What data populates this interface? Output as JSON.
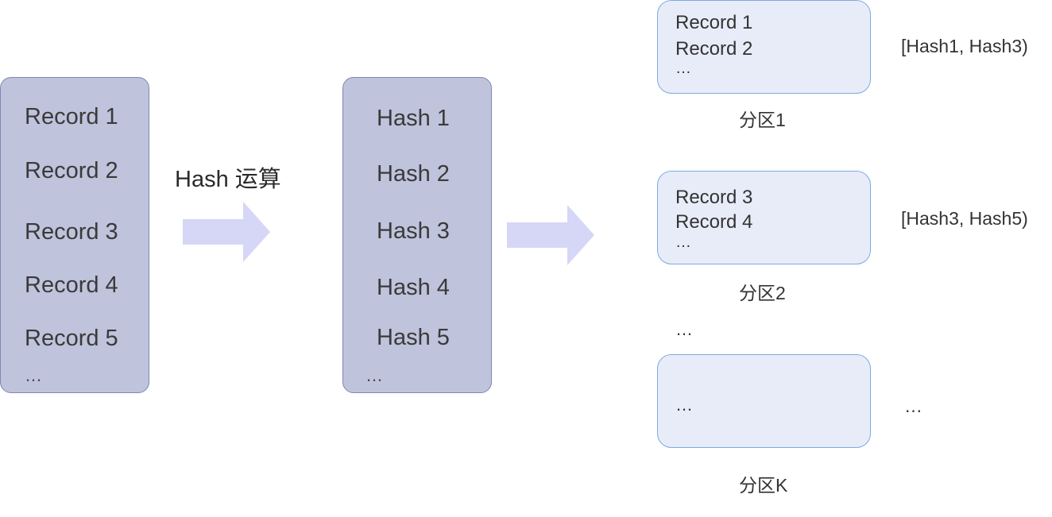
{
  "records": {
    "items": [
      "Record 1",
      "Record 2",
      "Record 3",
      "Record 4",
      "Record 5"
    ],
    "ellipsis": "…"
  },
  "hash_op_label": "Hash 运算",
  "hashes": {
    "items": [
      "Hash 1",
      "Hash 2",
      "Hash 3",
      "Hash 4",
      "Hash 5"
    ],
    "ellipsis": "…"
  },
  "partitions": [
    {
      "lines": [
        "Record 1",
        "Record 2",
        "…"
      ],
      "label": "分区1",
      "range": "[Hash1, Hash3)"
    },
    {
      "lines": [
        "Record 3",
        "Record 4",
        "…"
      ],
      "label": "分区2",
      "range": "[Hash3, Hash5)"
    },
    {
      "lines": [
        "…"
      ],
      "label": "分区K",
      "range": "…"
    }
  ],
  "between_partitions_ellipsis": "…",
  "colors": {
    "column_fill": "#bfc3dc",
    "column_border": "#7f87b5",
    "arrow": "#d6d6f7",
    "partition_fill": "#e8ecf8",
    "partition_border": "#7fa9e0"
  }
}
